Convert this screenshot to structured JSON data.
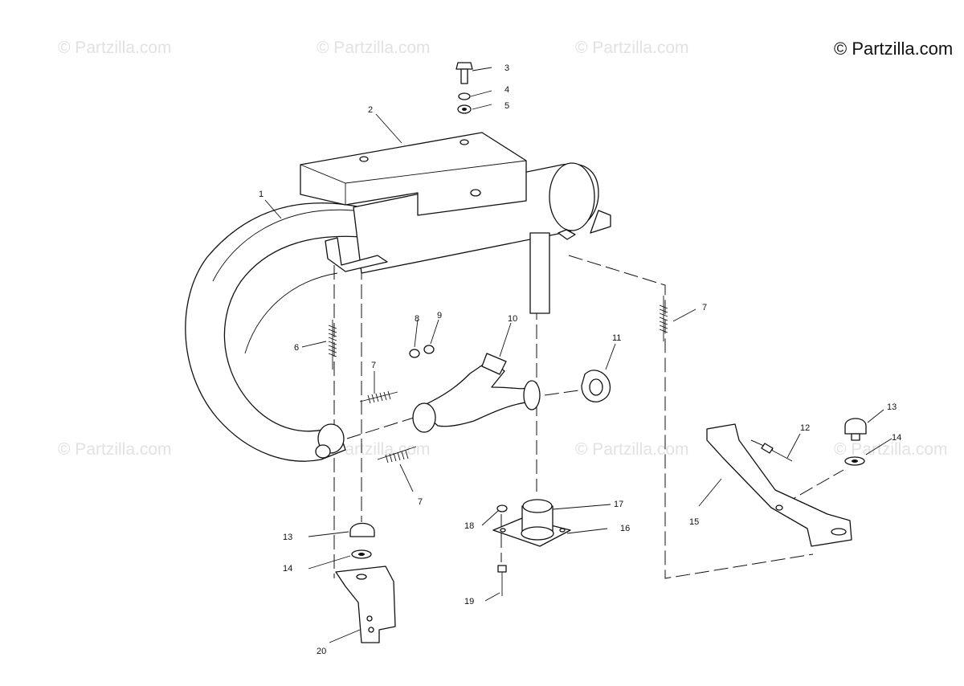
{
  "copyright": "© Partzilla.com",
  "watermarks": [
    "© Partzilla.com",
    "© Partzilla.com",
    "© Partzilla.com",
    "© Partzilla.com",
    "© Partzilla.com",
    "© Partzilla.com",
    "© Partzilla.com",
    "© Partzilla.com"
  ],
  "callouts": [
    "1",
    "2",
    "3",
    "4",
    "5",
    "6",
    "7",
    "7",
    "7",
    "8",
    "9",
    "10",
    "11",
    "12",
    "13",
    "13",
    "14",
    "14",
    "15",
    "16",
    "17",
    "18",
    "19",
    "20"
  ]
}
